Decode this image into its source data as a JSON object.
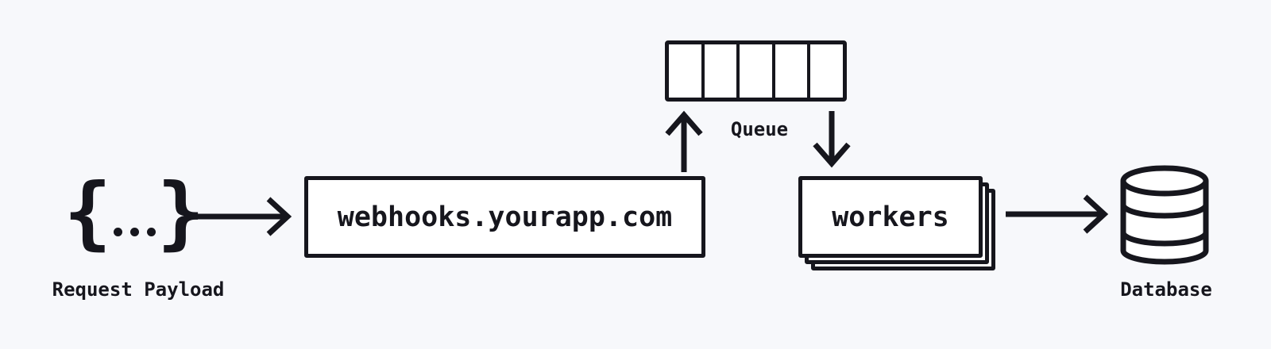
{
  "colors": {
    "background": "#f7f8fb",
    "ink": "#16161d",
    "node_fill": "#ffffff"
  },
  "nodes": {
    "request_payload": {
      "symbol": "{...}",
      "brace_left": "{",
      "brace_right": "}",
      "label": "Request Payload"
    },
    "webhook_server": {
      "label": "webhooks.yourapp.com"
    },
    "queue": {
      "label": "Queue",
      "cell_count": 5
    },
    "workers": {
      "label": "workers",
      "stack_count": 3
    },
    "database": {
      "label": "Database"
    }
  },
  "edges": [
    {
      "from": "request_payload",
      "to": "webhook_server",
      "direction": "right"
    },
    {
      "from": "webhook_server",
      "to": "queue",
      "direction": "up"
    },
    {
      "from": "queue",
      "to": "workers",
      "direction": "down"
    },
    {
      "from": "workers",
      "to": "database",
      "direction": "right"
    }
  ]
}
